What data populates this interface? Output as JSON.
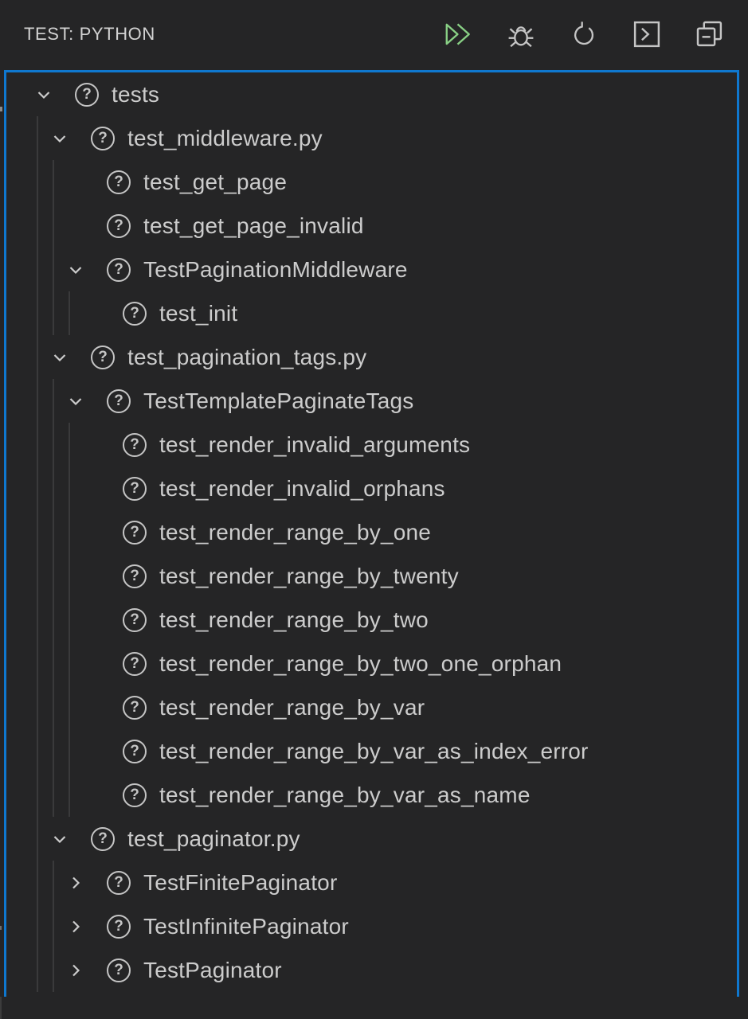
{
  "header": {
    "title": "TEST: PYTHON",
    "actions": [
      {
        "icon": "run-all-icon",
        "green": true
      },
      {
        "icon": "debug-icon",
        "green": false
      },
      {
        "icon": "refresh-icon",
        "green": false
      },
      {
        "icon": "terminal-icon",
        "green": false
      },
      {
        "icon": "collapse-all-icon",
        "green": false
      }
    ]
  },
  "tree": {
    "state_icon": "question-icon",
    "state_glyph": "?",
    "items": [
      {
        "label": "tests",
        "level": 0,
        "state": "expanded"
      },
      {
        "label": "test_middleware.py",
        "level": 1,
        "state": "expanded"
      },
      {
        "label": "test_get_page",
        "level": 2,
        "state": "leaf"
      },
      {
        "label": "test_get_page_invalid",
        "level": 2,
        "state": "leaf"
      },
      {
        "label": "TestPaginationMiddleware",
        "level": 2,
        "state": "expanded"
      },
      {
        "label": "test_init",
        "level": 3,
        "state": "leaf"
      },
      {
        "label": "test_pagination_tags.py",
        "level": 1,
        "state": "expanded"
      },
      {
        "label": "TestTemplatePaginateTags",
        "level": 2,
        "state": "expanded"
      },
      {
        "label": "test_render_invalid_arguments",
        "level": 3,
        "state": "leaf"
      },
      {
        "label": "test_render_invalid_orphans",
        "level": 3,
        "state": "leaf"
      },
      {
        "label": "test_render_range_by_one",
        "level": 3,
        "state": "leaf"
      },
      {
        "label": "test_render_range_by_twenty",
        "level": 3,
        "state": "leaf"
      },
      {
        "label": "test_render_range_by_two",
        "level": 3,
        "state": "leaf"
      },
      {
        "label": "test_render_range_by_two_one_orphan",
        "level": 3,
        "state": "leaf"
      },
      {
        "label": "test_render_range_by_var",
        "level": 3,
        "state": "leaf"
      },
      {
        "label": "test_render_range_by_var_as_index_error",
        "level": 3,
        "state": "leaf"
      },
      {
        "label": "test_render_range_by_var_as_name",
        "level": 3,
        "state": "leaf"
      },
      {
        "label": "test_paginator.py",
        "level": 1,
        "state": "expanded"
      },
      {
        "label": "TestFinitePaginator",
        "level": 2,
        "state": "collapsed"
      },
      {
        "label": "TestInfinitePaginator",
        "level": 2,
        "state": "collapsed"
      },
      {
        "label": "TestPaginator",
        "level": 2,
        "state": "collapsed"
      }
    ]
  },
  "colors": {
    "background": "#252526",
    "text": "#cccccc",
    "icon_gray": "#c5c5c5",
    "run_green": "#89D185",
    "focus_border": "#0F78CF",
    "indent_guide": "#3a3a3b"
  }
}
